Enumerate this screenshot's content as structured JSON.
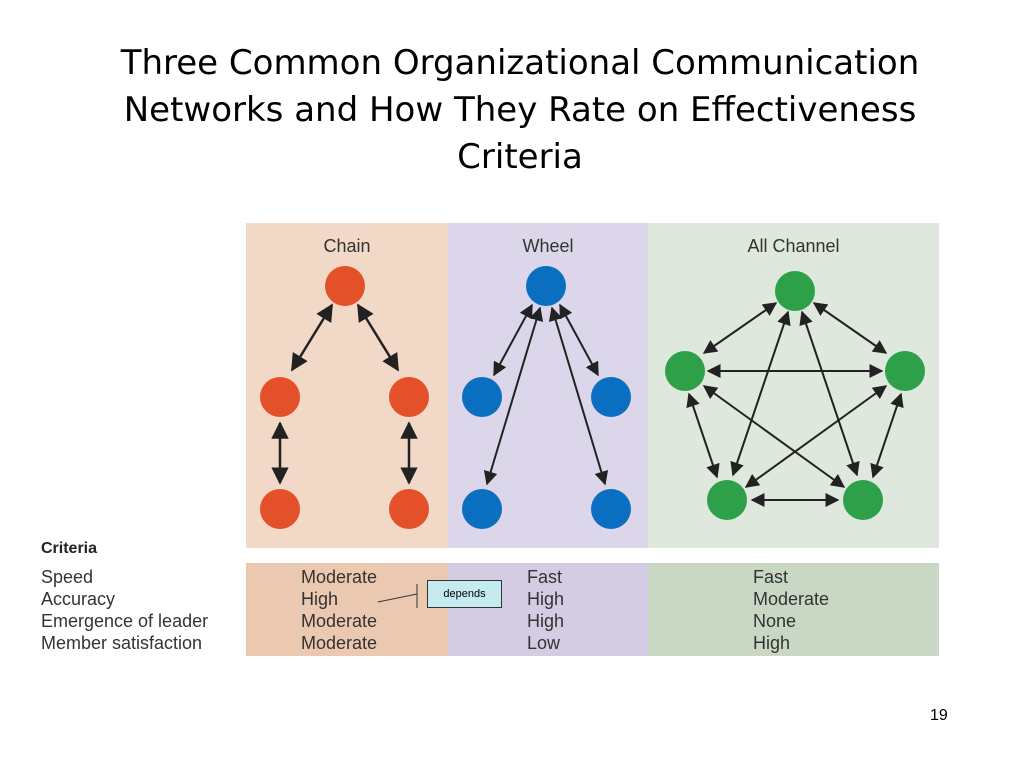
{
  "slide": {
    "title": "Three Common Organizational Communication Networks and How They Rate on Effectiveness Criteria",
    "page_number": "19"
  },
  "networks": {
    "chain": {
      "label": "Chain",
      "color": "#e4502a"
    },
    "wheel": {
      "label": "Wheel",
      "color": "#0a6fc1"
    },
    "all_channel": {
      "label": "All Channel",
      "color": "#2ea04a"
    }
  },
  "criteria": {
    "heading": "Criteria",
    "labels": [
      "Speed",
      "Accuracy",
      "Emergence of leader",
      "Member satisfaction"
    ],
    "chain": [
      "Moderate",
      "High",
      "Moderate",
      "Moderate"
    ],
    "wheel": [
      "Fast",
      "High",
      "High",
      "Low"
    ],
    "all_channel": [
      "Fast",
      "Moderate",
      "None",
      "High"
    ]
  },
  "callout": {
    "text": "depends"
  }
}
